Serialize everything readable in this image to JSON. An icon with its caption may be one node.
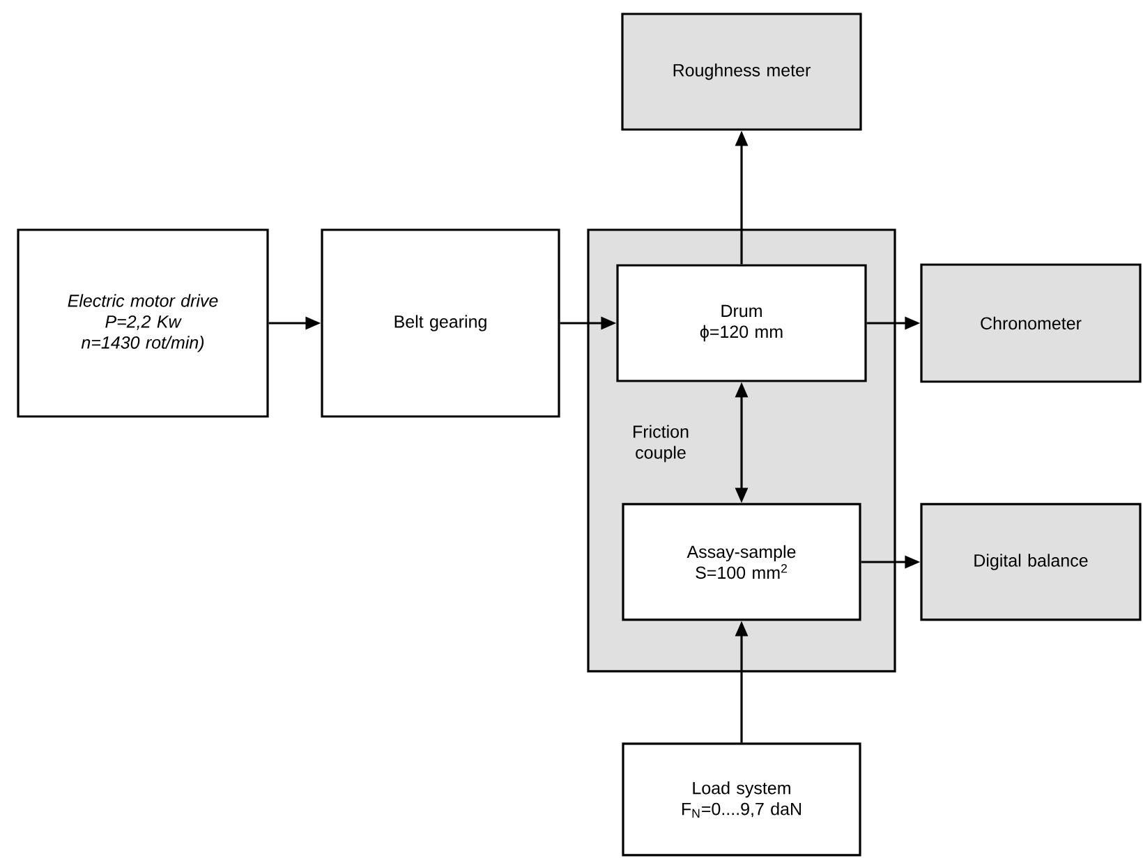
{
  "diagram": {
    "nodes": [
      {
        "text": [
          "Electric motor drive",
          "P=2,2 Kw",
          "n=1430 rot/min)"
        ]
      },
      {
        "text": [
          "Belt gearing"
        ]
      },
      {
        "text": [
          "Friction couple"
        ]
      },
      {
        "text": [
          "Drum",
          "ϕ=120 mm"
        ],
        "in": 2
      },
      {
        "text": [
          "Assay-sample",
          "S=100 mm$^{2}$"
        ],
        "in": 2
      },
      {
        "text": [
          "Roughness meter"
        ]
      },
      {
        "text": [
          "Chronometer"
        ]
      },
      {
        "text": [
          "Digital balance"
        ]
      },
      {
        "text": [
          "Load system",
          "F$_{N}$=0....9,7 daN"
        ]
      }
    ],
    "edges": [
      {
        "from": 0,
        "to": 1,
        "arrow": "to"
      },
      {
        "from": 1,
        "to": 3,
        "arrow": "to"
      },
      {
        "from": 3,
        "to": 5,
        "arrow": "to"
      },
      {
        "from": 3,
        "to": 6,
        "arrow": "to"
      },
      {
        "from": 3,
        "to": 4,
        "arrow": "both"
      },
      {
        "from": 4,
        "to": 7,
        "arrow": "to"
      },
      {
        "from": 8,
        "to": 4,
        "arrow": "to"
      }
    ]
  }
}
